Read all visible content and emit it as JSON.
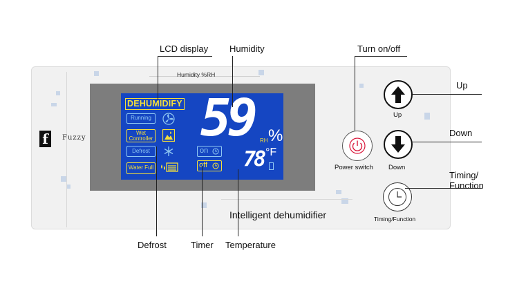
{
  "callouts": {
    "lcd_display": "LCD display",
    "humidity": "Humidity",
    "turn_on_off": "Turn on/off",
    "up": "Up",
    "down": "Down",
    "timing_function_1": "Timing/",
    "timing_function_2": "Function",
    "defrost": "Defrost",
    "timer": "Timer",
    "temperature": "Temperature"
  },
  "panel": {
    "humidity_header": "Humidity %RH",
    "brand_letter": "f",
    "brand_name": "Fuzzy",
    "product_text": "Intelligent dehumidifier"
  },
  "lcd": {
    "mode": "DEHUMIDIFY",
    "indicators": {
      "running": "Running",
      "wet_controller_1": "Wet",
      "wet_controller_2": "Controller",
      "defrost": "Defrost",
      "water_full": "Water Full",
      "timer_on": "on",
      "timer_off": "off"
    },
    "humidity_value": "59",
    "humidity_unit_rh": "RH",
    "humidity_percent": "%",
    "temperature_value": "78",
    "temperature_unit": "°F"
  },
  "buttons": {
    "power": "Power switch",
    "up": "Up",
    "down": "Down",
    "timing": "Timing/Function"
  },
  "colors": {
    "lcd_background": "#1546c2",
    "lcd_yellow": "#f5df3a",
    "lcd_blue": "#8fc7f2",
    "power_red": "#d9183b"
  }
}
